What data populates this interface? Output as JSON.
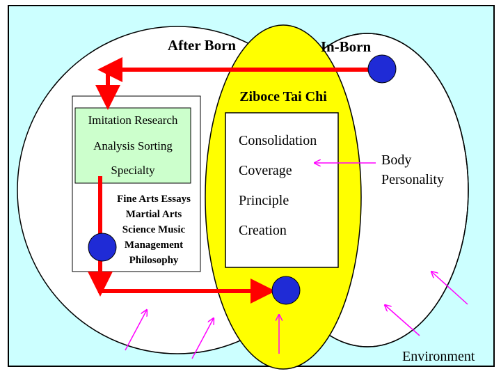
{
  "colors": {
    "background_panel": "#ccffff",
    "panel_border": "#000000",
    "circle_fill": "#ffffff",
    "ellipse_fill": "#ffff00",
    "green_box": "#ccffcc",
    "red_arrow": "#ff0000",
    "blue_dot": "#1f2bd6",
    "magenta_arrow": "#ff00ff"
  },
  "labels": {
    "after_born": "After Born",
    "in_born": "In-Born",
    "ziboce": "Ziboce Tai Chi",
    "body": "Body",
    "personality": "Personality",
    "environment": "Environment"
  },
  "green_box": {
    "lines": [
      "Imitation Research",
      "Analysis Sorting",
      "Specialty"
    ]
  },
  "left_list": {
    "lines": [
      "Fine Arts Essays",
      "Martial Arts",
      "Science Music",
      "Management",
      "Philosophy"
    ]
  },
  "center_box": {
    "lines": [
      "Consolidation",
      "Coverage",
      "Principle",
      "Creation"
    ]
  }
}
